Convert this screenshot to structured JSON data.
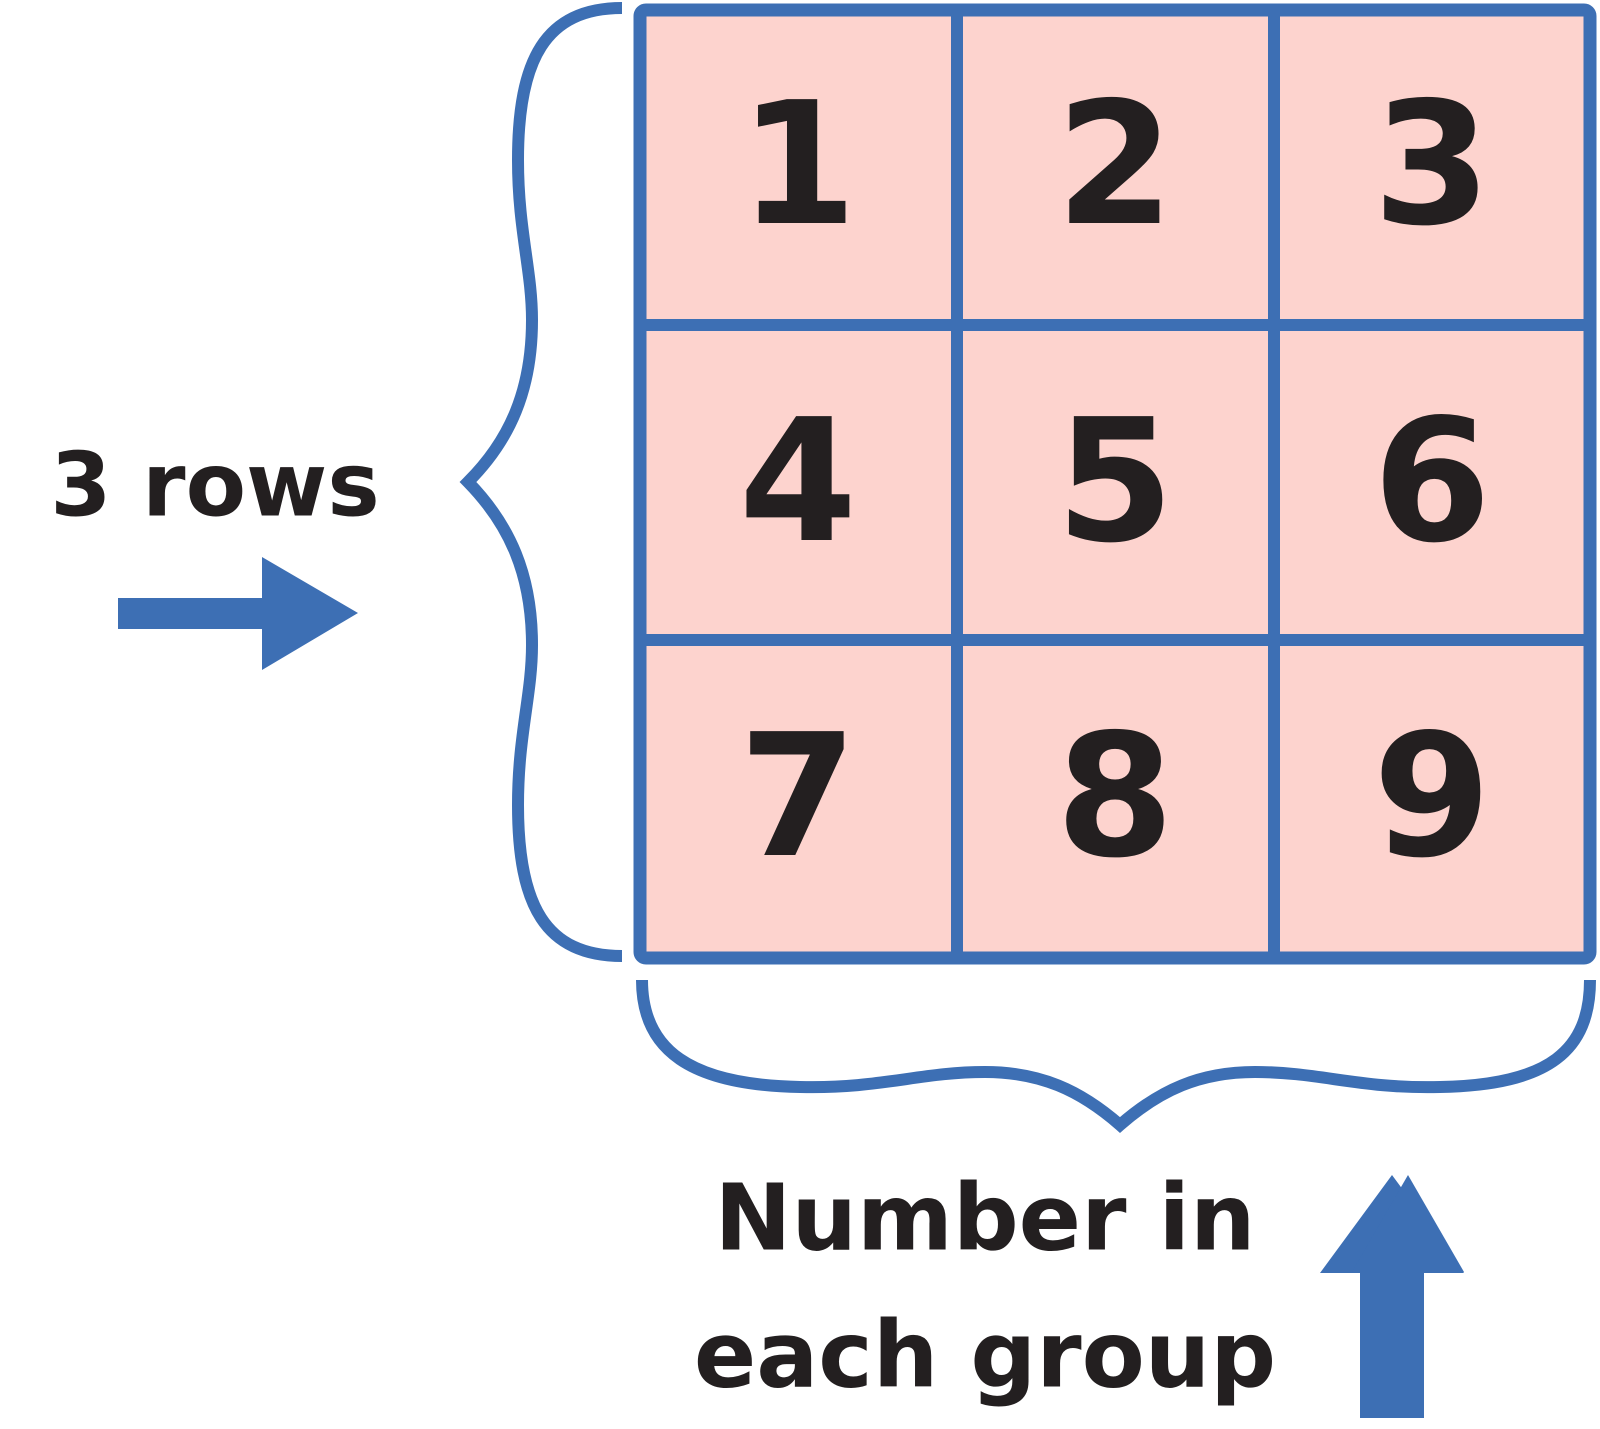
{
  "colors": {
    "accent": "#3d6fb4",
    "cell_fill": "#fdd3ce",
    "text": "#231f20"
  },
  "grid": {
    "cells": [
      "1",
      "2",
      "3",
      "4",
      "5",
      "6",
      "7",
      "8",
      "9"
    ]
  },
  "labels": {
    "rows": "3 rows",
    "number_line1": "Number in",
    "number_line2": "each group"
  },
  "icons": [
    "arrow-right-icon",
    "arrow-up-icon",
    "left-brace-icon",
    "bottom-brace-icon"
  ]
}
